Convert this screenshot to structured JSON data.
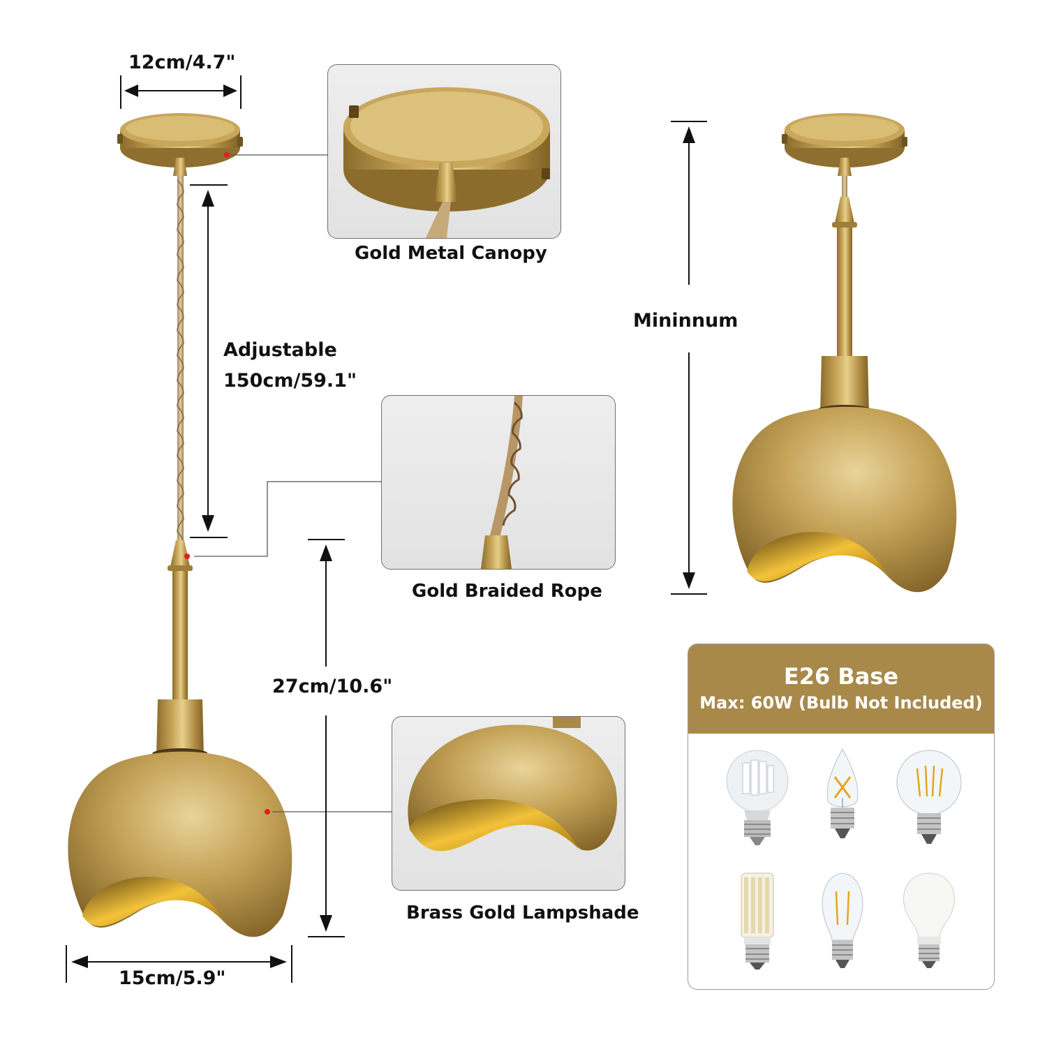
{
  "dimensions": {
    "canopy_width": "12cm/4.7\"",
    "cord_label": "Adjustable",
    "cord_length": "150cm/59.1\"",
    "body_height": "27cm/10.6\"",
    "shade_width": "15cm/5.9\"",
    "minimum_label": "Mininnum"
  },
  "callouts": {
    "canopy": "Gold Metal Canopy",
    "rope": "Gold Braided Rope",
    "shade": "Brass Gold Lampshade"
  },
  "base": {
    "title": "E26 Base",
    "subtitle": "Max: 60W (Bulb Not Included)",
    "bulbs": [
      "led-corn-bulb-icon",
      "candle-filament-bulb-icon",
      "globe-filament-bulb-icon",
      "corn-led-bulb-icon",
      "st-filament-bulb-icon",
      "a19-bulb-icon"
    ]
  },
  "colors": {
    "gold": "#b89548",
    "gold_dark": "#8c6c2c",
    "gold_light": "#e6cf8c",
    "base_header": "#a8894a",
    "marker_red": "#e0201a"
  }
}
